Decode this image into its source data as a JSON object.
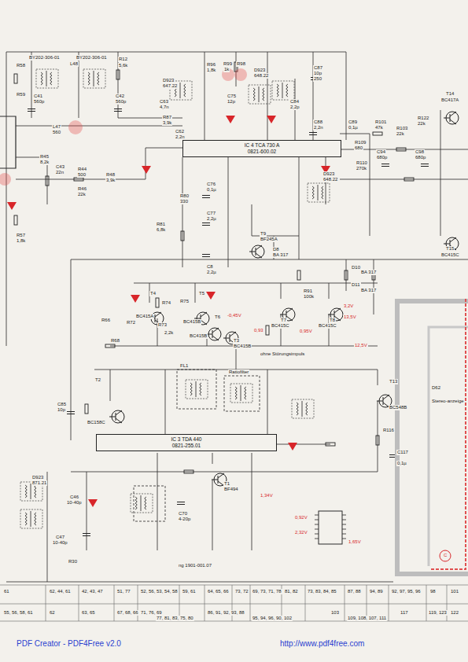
{
  "diagram": {
    "nodes": [
      {
        "text": [
          "IC 4 TCA 730 A",
          "0821-600.02"
        ]
      },
      {
        "text": [
          "IC 3 TDA 440",
          "0821-255.01"
        ]
      }
    ],
    "labels": [
      "R58",
      "BY202-306-01",
      "L48",
      "BY202-306-01",
      "R12",
      "5,6k",
      "R59",
      "C41",
      "560p",
      "C42",
      "560p",
      "L47",
      "560",
      "R45",
      "8,2k",
      "C43",
      "22n",
      "R44",
      "500",
      "R46",
      "22k",
      "R48",
      "3,9k",
      "R57",
      "1,8k",
      "R96",
      "1,8k",
      "R99",
      "1k",
      "R98",
      "D923",
      "648.22",
      "C87",
      "10p",
      "250",
      "D923",
      "647.22",
      "C63",
      "4,7n",
      "R87",
      "3,9k",
      "C75",
      "12p",
      "C84",
      "2,2p",
      "C88",
      "2,2n",
      "C62",
      "2,2n",
      "C89",
      "0,1µ",
      "R101",
      "47k",
      "R103",
      "22k",
      "R122",
      "22k",
      "T14",
      "BC417A",
      "R109",
      "680",
      "R110",
      "270k",
      "C94",
      "680p",
      "C98",
      "680p",
      "D923",
      "648.22",
      "C76",
      "0,1µ",
      "R80",
      "330",
      "C77",
      "2,2µ",
      "R81",
      "6,8k",
      "T9",
      "BF245A",
      "D8",
      "BA 317",
      "C8",
      "2,2µ",
      "T15",
      "BC415C",
      "D10",
      "BA 317",
      "D11",
      "BA 317",
      "R91",
      "100k",
      "T4",
      "BC415A",
      "T5",
      "BC415B",
      "R74",
      "R75",
      "R72",
      "R73",
      "2,2k",
      "T6",
      "BC415B",
      "T7",
      "BC415C",
      "T8",
      "BC415C",
      "T3",
      "BC415B",
      "R66",
      "R68",
      "-0,45V",
      "0,93",
      "0,95V",
      "3,2V",
      "13,5V",
      "12,5V",
      "ohne Störungsimpuls",
      "T2",
      "BC158C",
      "C85",
      "10p",
      "FL1",
      "Ratiofilter",
      "T13",
      "BC548B",
      "D62",
      "Stereo-anzeige",
      "R116",
      "C117",
      "0,1µ",
      "D923",
      "871.21",
      "C46",
      "10-40p",
      "C47",
      "10-40p",
      "R30",
      "T1",
      "BF494",
      "C70",
      "4-20p",
      "1,34V",
      "0,92V",
      "2,32V",
      "1,65V",
      "ng 1901-001.07",
      "61",
      "62, 44, 61",
      "42, 43, 47",
      "51, 77",
      "52, 56, 53, 54, 58",
      "59, 61",
      "64, 65, 66",
      "73, 72",
      "69, 73, 71, 78",
      "81, 82",
      "73, 83, 84, 85",
      "87, 88",
      "94, 89",
      "92, 97, 95, 96",
      "98",
      "101",
      "55, 56, 58, 61",
      "62",
      "63, 65",
      "67, 68, 66",
      "71, 76, 69",
      "77, 81, 83, 75, 80",
      "86, 91, 92, 93, 88",
      "95, 94, 96, 90, 102",
      "103",
      "109, 108, 107, 111",
      "117",
      "119, 123",
      "122",
      "C",
      "PDF Creator - PDF4Free v2.0",
      "http://www.pdf4free.com"
    ]
  }
}
